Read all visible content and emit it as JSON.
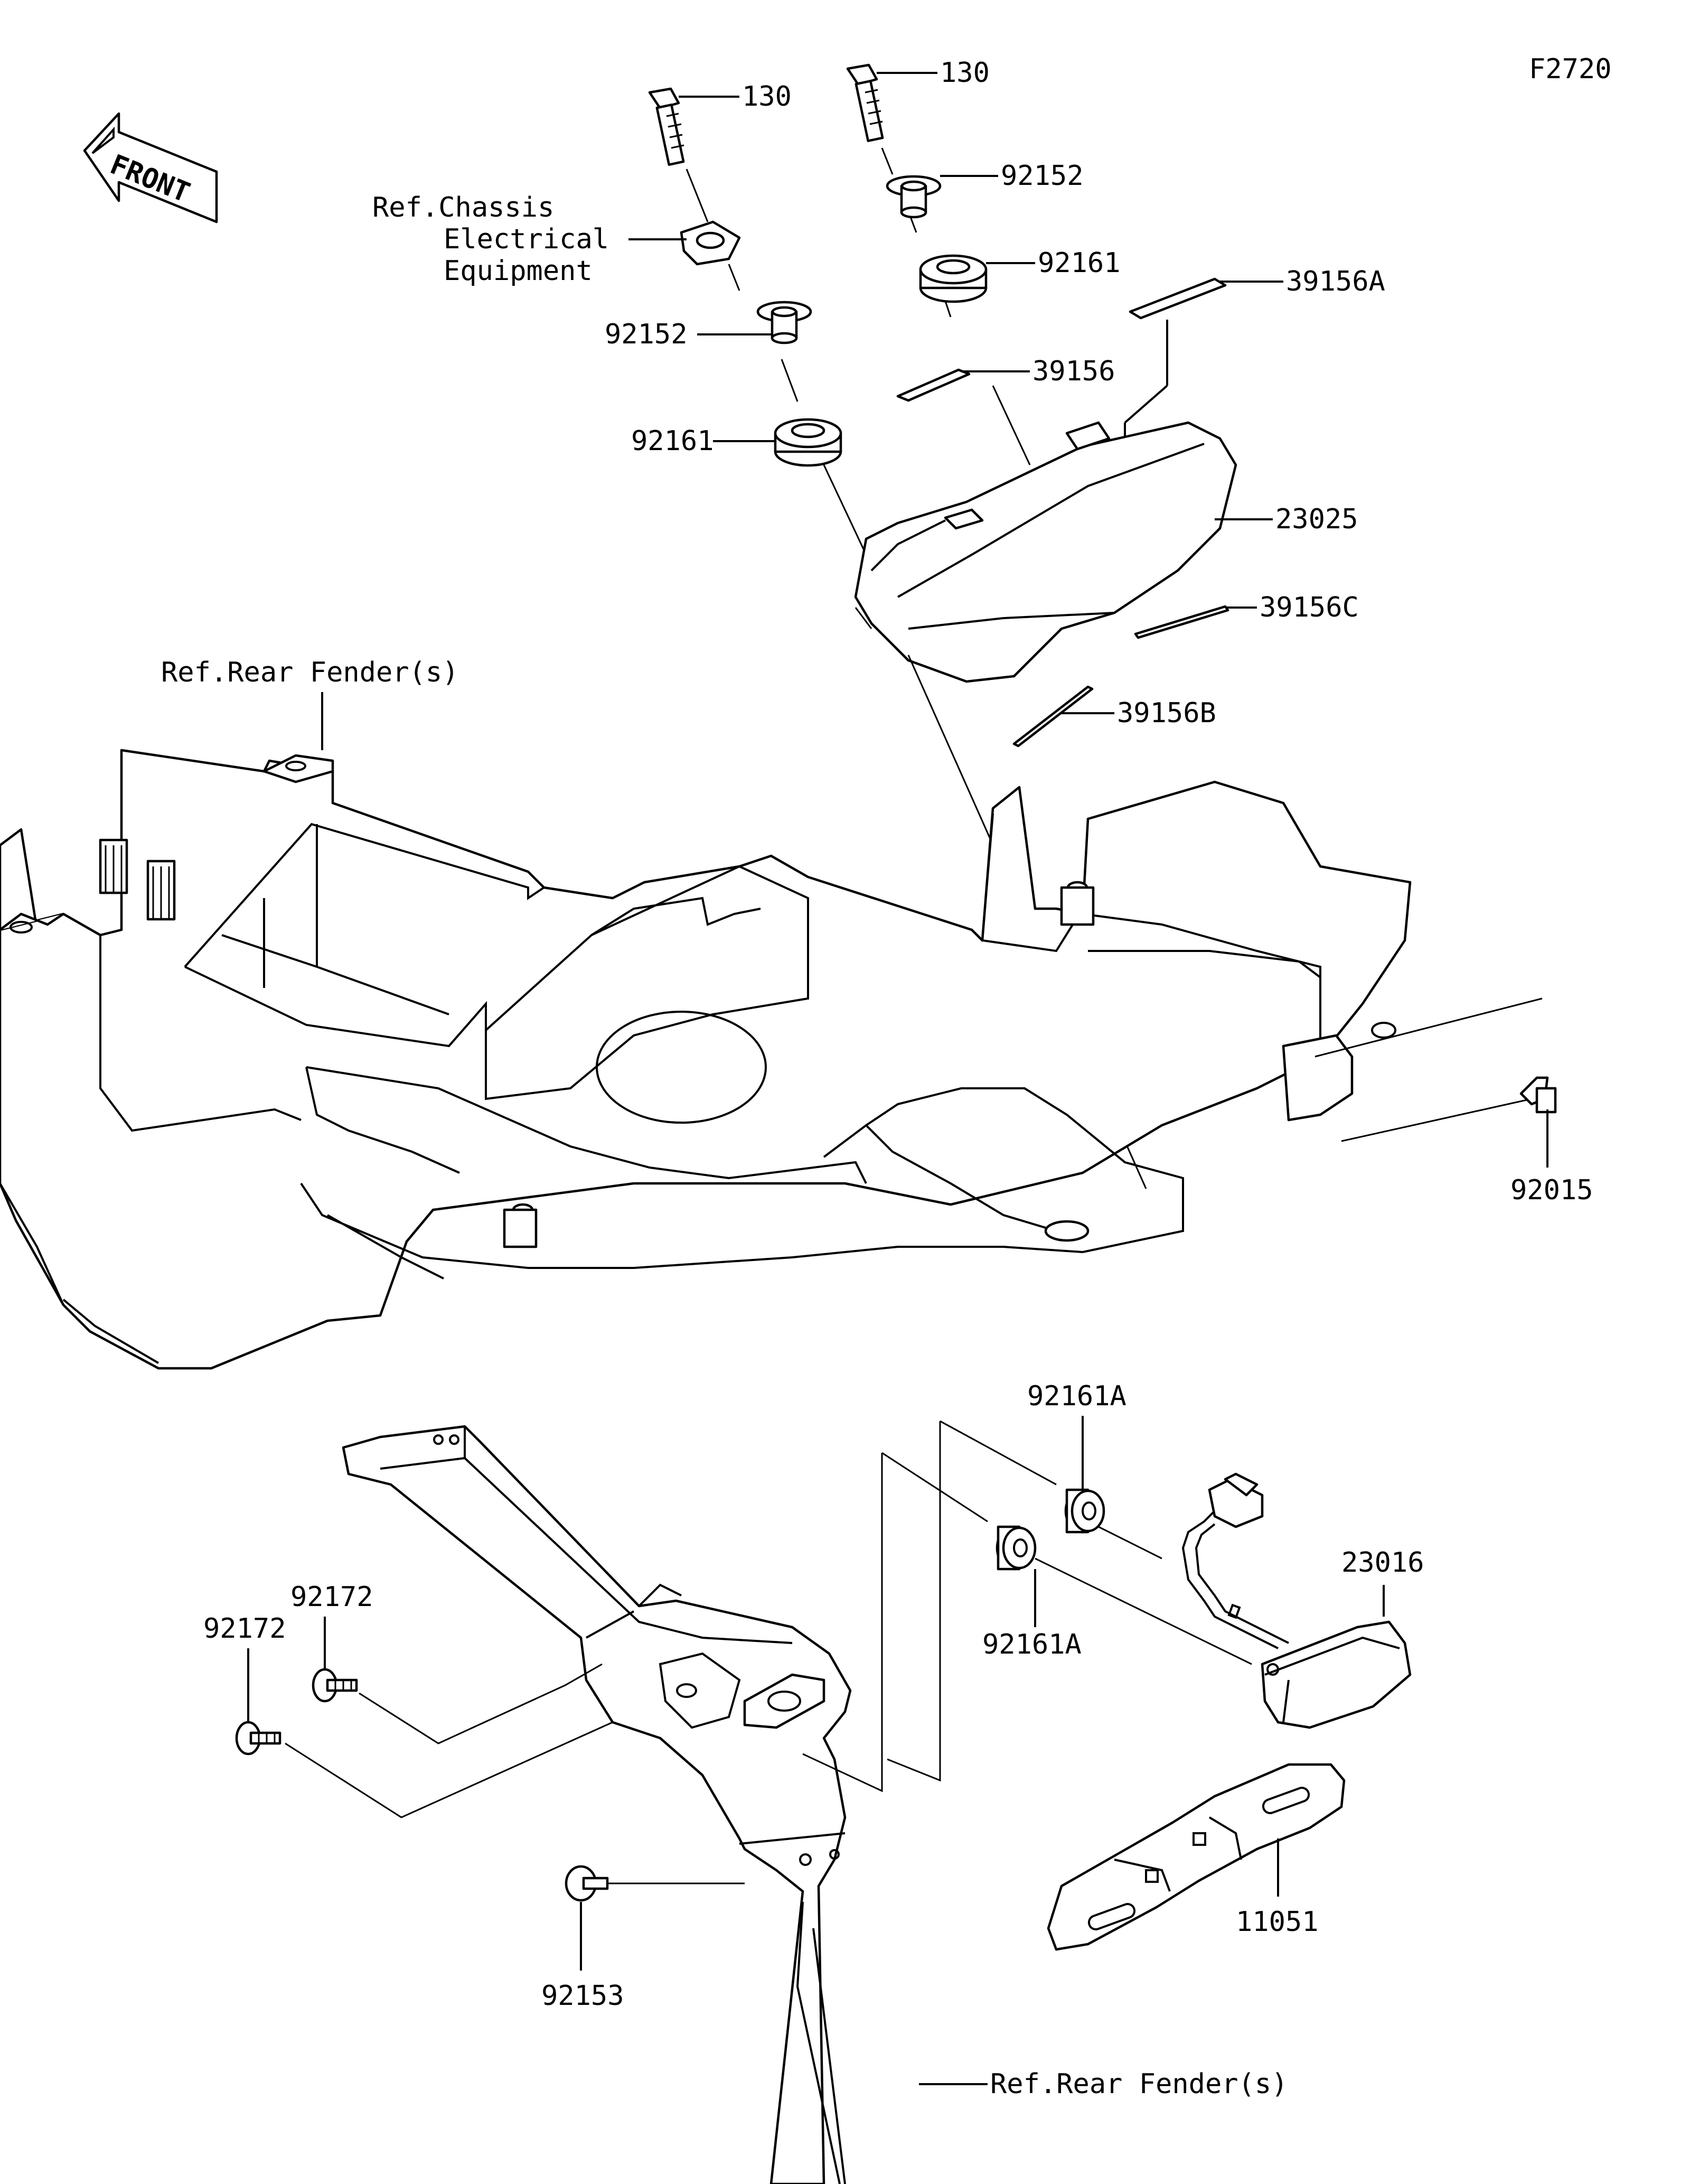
{
  "diagram": {
    "code": "F2720",
    "front_label": "FRONT",
    "refs": {
      "chassis_electrical": [
        "Ref.Chassis",
        "Electrical",
        "Equipment"
      ],
      "rear_fender_top": "Ref.Rear Fender(s)",
      "rear_fender_bottom": "Ref.Rear Fender(s)"
    },
    "parts": {
      "p130_a": "130",
      "p130_b": "130",
      "p92152_a": "92152",
      "p92152_b": "92152",
      "p92161_a": "92161",
      "p92161_b": "92161",
      "p39156A": "39156A",
      "p39156": "39156",
      "p23025": "23025",
      "p39156C": "39156C",
      "p39156B": "39156B",
      "p92015": "92015",
      "p92161A_a": "92161A",
      "p92161A_b": "92161A",
      "p23016": "23016",
      "p92172_a": "92172",
      "p92172_b": "92172",
      "p11051": "11051",
      "p92153": "92153"
    }
  }
}
